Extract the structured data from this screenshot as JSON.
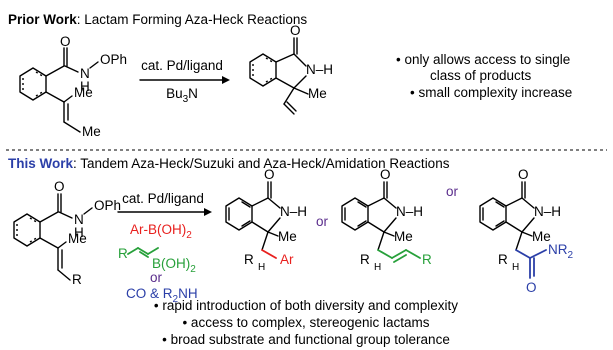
{
  "prior": {
    "label_bold": "Prior Work",
    "label_rest": ": Lactam Forming Aza-Heck Reactions",
    "reagent_top": "cat. Pd/ligand",
    "reagent_bottom_main": "Bu",
    "reagent_bottom_sub": "3",
    "reagent_bottom_end": "N",
    "bullet1_line1": "• only allows access to single",
    "bullet1_line2": "class of products",
    "bullet2": "• small complexity increase"
  },
  "this_work": {
    "label_bold": "This Work",
    "label_rest": ": Tandem Aza-Heck/Suzuki and Aza-Heck/Amidation Reactions",
    "reagent_top": "cat. Pd/ligand",
    "reagent_boronic": "Ar-B(OH)",
    "reagent_boronic_sub": "2",
    "reagent_alkenyl_b": "B(OH)",
    "reagent_alkenyl_b_sub": "2",
    "reagent_or": "or",
    "reagent_co": "CO & R",
    "reagent_co_sub": "2",
    "reagent_co_end": "NH",
    "product_sep1": "or",
    "product_sep2": "or",
    "bullet1": "• rapid introduction of both diversity and complexity",
    "bullet2": "• access to complex, stereogenic lactams",
    "bullet3": "• broad substrate and functional group tolerance"
  },
  "atoms": {
    "O": "O",
    "N": "N",
    "H": "H",
    "NH": "N–H",
    "OPh": "OPh",
    "Me": "Me",
    "R": "R",
    "Ar": "Ar",
    "NR2_main": "NR",
    "NR2_sub": "2"
  },
  "colors": {
    "ink": "#000000",
    "label_blue": "#2b3fa8",
    "aryl_red": "#e8201e",
    "alkenyl_green": "#27a03a",
    "amide_blue": "#2b3fa8",
    "separator_or": "#5a2d8c"
  }
}
